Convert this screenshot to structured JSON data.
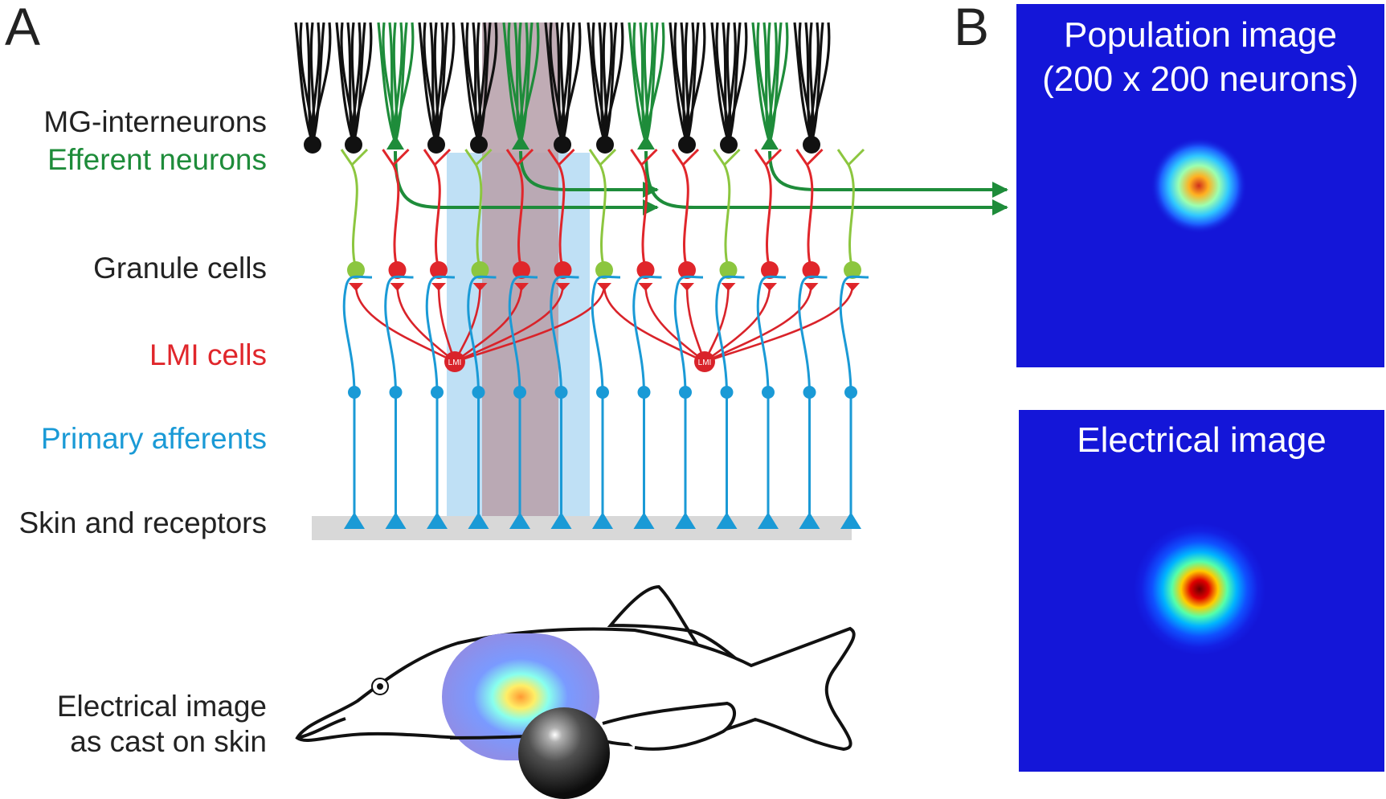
{
  "panel_a": {
    "letter": "A",
    "labels": {
      "mg_interneurons": "MG-interneurons",
      "efferent_neurons": "Efferent neurons",
      "granule_cells": "Granule cells",
      "lmi_cells": "LMI cells",
      "primary_afferents": "Primary afferents",
      "skin_receptors": "Skin and receptors",
      "electrical_image_line1": "Electrical image",
      "electrical_image_line2": "as cast on skin"
    },
    "lmi_tag": "LMI"
  },
  "panel_b": {
    "letter": "B",
    "population_title_line1": "Population image",
    "population_title_line2": "(200 x 200 neurons)",
    "electrical_title": "Electrical image"
  },
  "colors": {
    "mg": "#111111",
    "efferent": "#1e8c3a",
    "granule_green": "#8cc63f",
    "granule_red": "#e0262b",
    "afferent": "#1a9ad6",
    "lmi": "#d9232a",
    "skin": "#d8d8d8",
    "image_bg": "#1416d8",
    "label_black": "#222222",
    "label_green": "#1e8c3a",
    "label_red": "#e0262b",
    "label_blue": "#1a9ad6"
  }
}
